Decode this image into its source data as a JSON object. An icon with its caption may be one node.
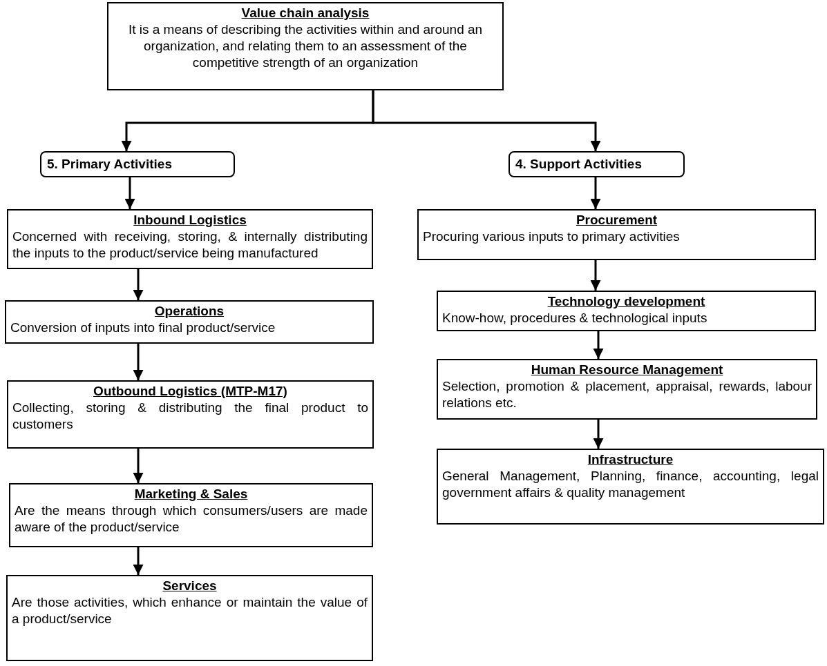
{
  "diagram": {
    "nodes": [
      {
        "text": [
          "Value chain analysis",
          "It is a means of describing the activities within and around an organization, and relating them to an assessment of the competitive strength of an organization"
        ]
      },
      {
        "text": [
          "5. Primary Activities"
        ]
      },
      {
        "text": [
          "4. Support Activities"
        ]
      },
      {
        "text": [
          "Inbound Logistics",
          "Concerned with receiving, storing, & internally distributing the inputs to the product/service being manufactured"
        ]
      },
      {
        "text": [
          "Operations",
          "Conversion of inputs into final product/service"
        ]
      },
      {
        "text": [
          "Outbound Logistics  (MTP-M17)",
          "Collecting, storing & distributing the final product to customers"
        ]
      },
      {
        "text": [
          "Marketing & Sales",
          "Are the means through which consumers/users are made aware of the product/service"
        ]
      },
      {
        "text": [
          "Services",
          "Are those activities, which enhance or maintain the value of a product/service"
        ]
      },
      {
        "text": [
          "Procurement",
          "Procuring various inputs to primary activities"
        ]
      },
      {
        "text": [
          "Technology development",
          "Know-how, procedures & technological inputs"
        ]
      },
      {
        "text": [
          "Human Resource Management",
          "Selection, promotion & placement, appraisal, rewards, labour relations etc."
        ]
      },
      {
        "text": [
          "Infrastructure",
          "General Management, Planning, finance, accounting, legal government affairs & quality management"
        ]
      }
    ],
    "edges": [
      {
        "from": 0,
        "to": 1,
        "arrow": "to"
      },
      {
        "from": 0,
        "to": 2,
        "arrow": "to"
      },
      {
        "from": 1,
        "to": 3,
        "arrow": "to"
      },
      {
        "from": 3,
        "to": 4,
        "arrow": "to"
      },
      {
        "from": 4,
        "to": 5,
        "arrow": "to"
      },
      {
        "from": 5,
        "to": 6,
        "arrow": "to"
      },
      {
        "from": 6,
        "to": 7,
        "arrow": "to"
      },
      {
        "from": 2,
        "to": 8,
        "arrow": "to"
      },
      {
        "from": 8,
        "to": 9,
        "arrow": "to"
      },
      {
        "from": 9,
        "to": 10,
        "arrow": "to"
      },
      {
        "from": 10,
        "to": 11,
        "arrow": "to"
      }
    ]
  }
}
